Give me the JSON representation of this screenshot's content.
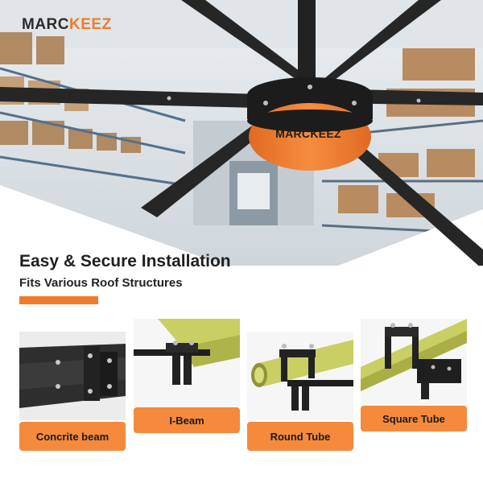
{
  "brand": {
    "logo_prefix": "MARC",
    "logo_suffix": "KEEZ",
    "hub_text": "MARCKEEZ"
  },
  "colors": {
    "accent": "#f07b2b",
    "label_bar": "#f58a3c",
    "blade": "#2a2a2a",
    "beam": "#c9cf62"
  },
  "heading": {
    "title": "Easy & Secure Installation",
    "subtitle": "Fits Various Roof Structures"
  },
  "mounts": [
    {
      "label": "Concrite beam",
      "icon": "concrete-beam-bracket"
    },
    {
      "label": "I-Beam",
      "icon": "i-beam-clamp"
    },
    {
      "label": "Round Tube",
      "icon": "round-tube-clamp"
    },
    {
      "label": "Square Tube",
      "icon": "square-tube-clamp"
    }
  ]
}
